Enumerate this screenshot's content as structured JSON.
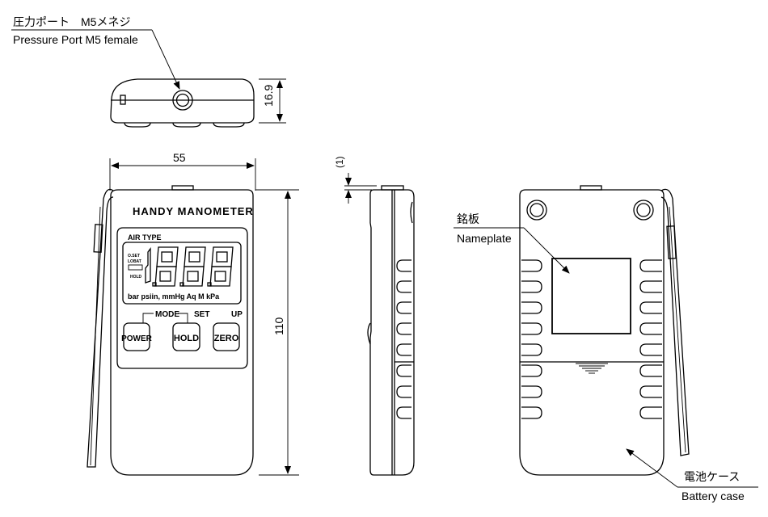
{
  "drawing": {
    "title": "Handy Manometer outline dimensions",
    "callouts": {
      "pressure_port_jp": "圧力ポート　M5メネジ",
      "pressure_port_en": "Pressure Port M5 female",
      "nameplate_jp": "銘板",
      "nameplate_en": "Nameplate",
      "battery_jp": "電池ケース",
      "battery_en": "Battery case"
    },
    "dimensions": {
      "thickness": "16.9",
      "width": "55",
      "height": "110",
      "tab": "(1)"
    },
    "front_panel": {
      "product_name": "HANDY MANOMETER",
      "lcd_header": "AIR TYPE",
      "indicators": [
        "O.SET",
        "LOBAT",
        "HOLD"
      ],
      "units_line": "bar psiin, mmHg  Aq  M kPa",
      "digits": "1.8.8.8",
      "key_labels": {
        "mode": "MODE",
        "set": "SET",
        "up": "UP"
      },
      "buttons": [
        "POWER",
        "HOLD",
        "ZERO"
      ]
    }
  }
}
